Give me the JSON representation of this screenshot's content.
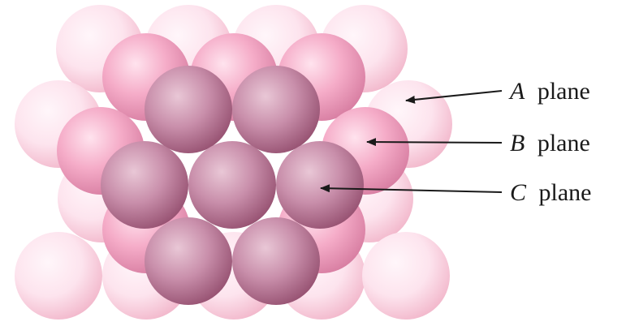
{
  "colors": {
    "a_plane_light": "#fde4ee",
    "a_plane_dark": "#f2b7cb",
    "b_plane_light": "#fac8dc",
    "b_plane_dark": "#df84a8",
    "c_plane_light": "#d8a8be",
    "c_plane_dark": "#9e5a79",
    "arrow": "#1a1a1a"
  },
  "labels": [
    {
      "letter": "A",
      "word": "plane"
    },
    {
      "letter": "B",
      "word": "plane"
    },
    {
      "letter": "C",
      "word": "plane"
    }
  ]
}
